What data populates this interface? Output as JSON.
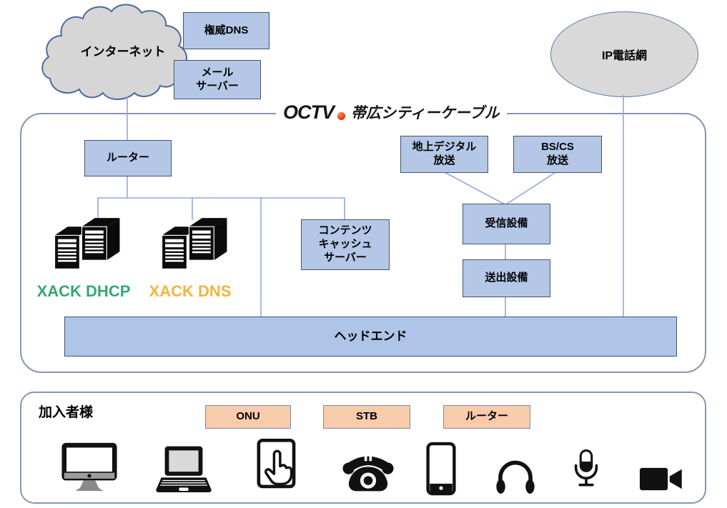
{
  "colors": {
    "box_fill": "#b4c7e7",
    "box_border": "#44546a",
    "headend_fill": "#aec5e8",
    "connector": "#8faadc",
    "frame_border": "#8496b0",
    "cloud_fill": "#d6d6d6",
    "ellipse_fill": "#d9d9d9",
    "orange_fill": "#f8cbad",
    "xack_dhcp_green": "#33a874",
    "xack_dns_amber": "#f6b33d",
    "logo_red": "#e8380d"
  },
  "external": {
    "internet_label": "インターネット",
    "auth_dns_label": "権威DNS",
    "mail_server_label": "メール\nサーバー",
    "ip_phone_label": "IP電話網"
  },
  "provider": {
    "logo_acronym": "OCTV",
    "logo_name": "帯広シティーケーブル",
    "router_label": "ルーター",
    "dhcp_label": "XACK DHCP",
    "dns_label": "XACK DNS",
    "cache_label": "コンテンツ\nキャッシュ\nサーバー",
    "terrestrial_label": "地上デジタル\n放送",
    "bscs_label": "BS/CS\n放送",
    "receiving_label": "受信設備",
    "sending_label": "送出設備",
    "headend_label": "ヘッドエンド"
  },
  "subscriber": {
    "section_label": "加入者様",
    "onu_label": "ONU",
    "stb_label": "STB",
    "router_label": "ルーター",
    "device_icons": [
      "desktop",
      "laptop",
      "tablet-touch",
      "telephone",
      "smartphone",
      "headphones",
      "microphone",
      "video-camera"
    ]
  }
}
